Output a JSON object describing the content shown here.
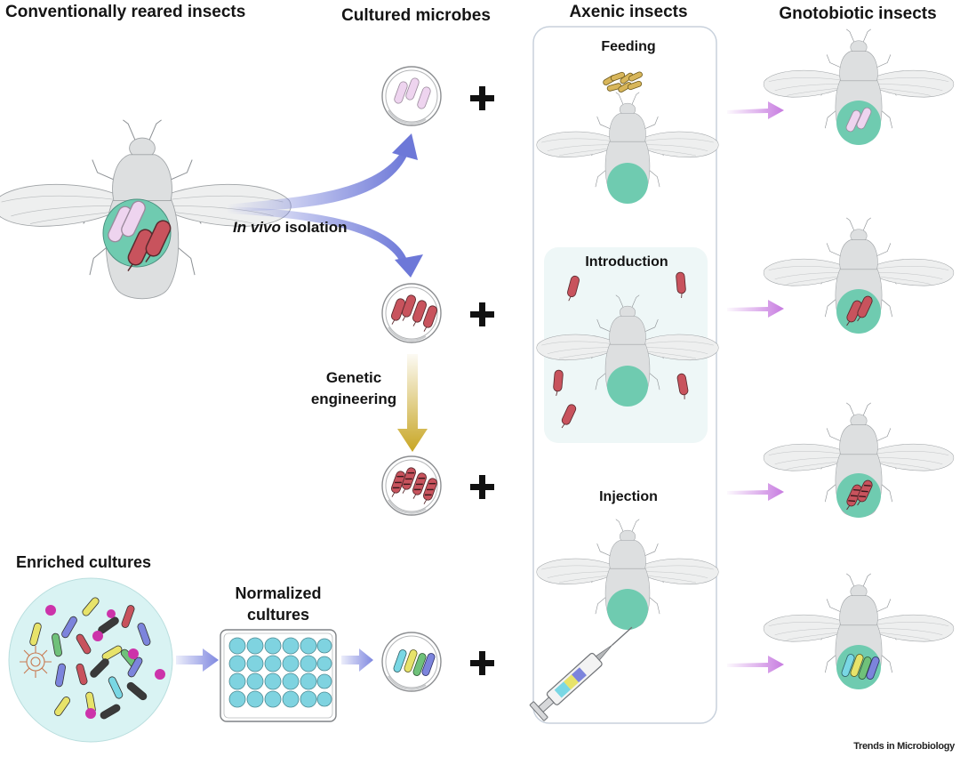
{
  "headers": {
    "conventional": "Conventionally reared insects",
    "cultured": "Cultured microbes",
    "axenic": "Axenic insects",
    "gnotobiotic": "Gnotobiotic insects"
  },
  "axenic_methods": {
    "feeding": "Feeding",
    "introduction": "Introduction",
    "injection": "Injection"
  },
  "in_vivo_isolation": {
    "italic": "In vivo",
    "rest": " isolation"
  },
  "genetic_engineering": [
    "Genetic",
    "engineering"
  ],
  "enriched_cultures": "Enriched cultures",
  "normalized_cultures": [
    "Normalized",
    "cultures"
  ],
  "credit": "Trends in Microbiology",
  "colors": {
    "insect_body": "#dddfe0",
    "gut": "#6fcbb0",
    "blue_arrow": "#6d78d8",
    "gold_arrow": "#c8a624",
    "pink_arrow": "#c77be0",
    "microbe_red": "#c8535d",
    "microbe_pink": "#e8c8ec",
    "well_blue": "#7fd3e0",
    "culture_bg": "#d9f3f3",
    "panel_border": "#c8d1dc"
  }
}
